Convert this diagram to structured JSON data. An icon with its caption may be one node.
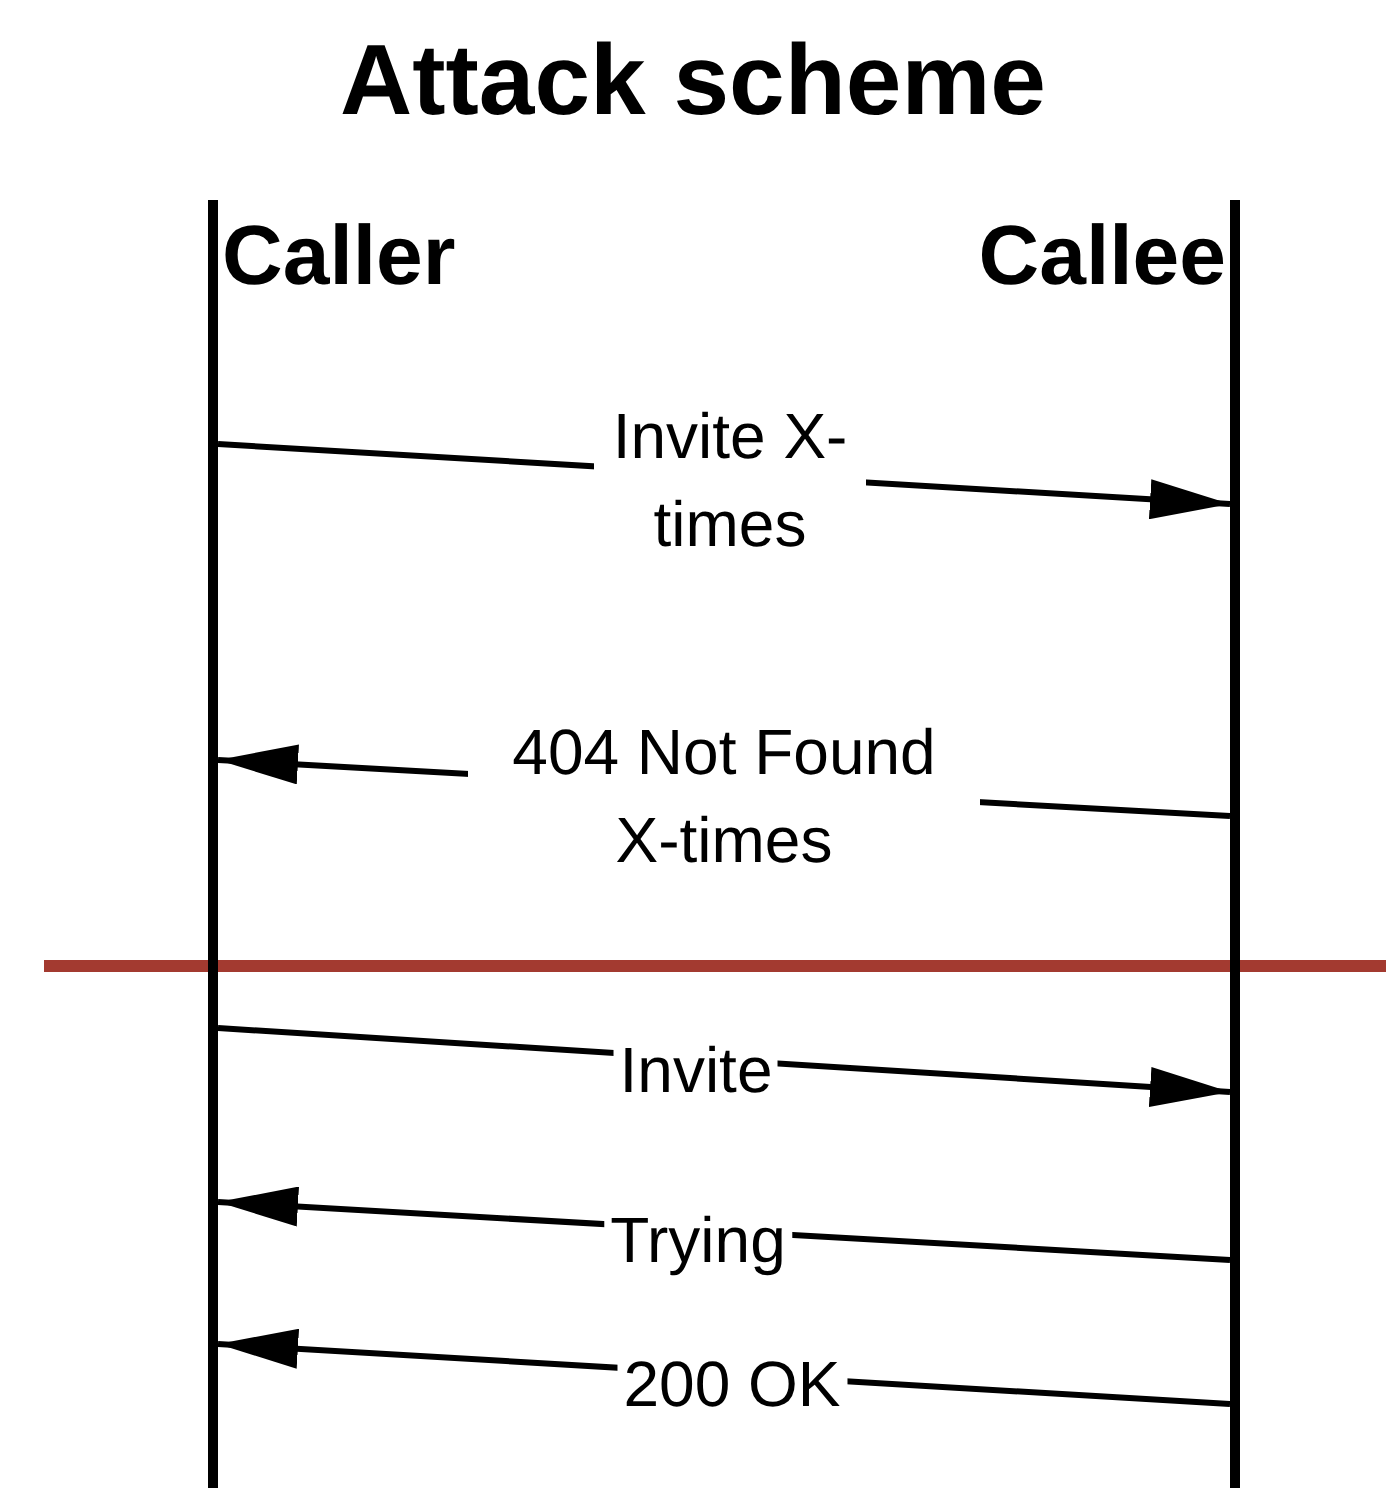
{
  "diagram": {
    "title": "Attack scheme",
    "nodes": [
      {
        "text": [
          "Caller"
        ]
      },
      {
        "text": [
          "Callee"
        ]
      }
    ],
    "edges": [
      {
        "from": 0,
        "to": 1,
        "arrow": "to",
        "label": "Invite X-times"
      },
      {
        "from": 1,
        "to": 0,
        "arrow": "to",
        "label": "404 Not Found X-times"
      },
      {
        "from": 0,
        "to": 1,
        "arrow": "to",
        "label": "Invite"
      },
      {
        "from": 1,
        "to": 0,
        "arrow": "to",
        "label": "Trying"
      },
      {
        "from": 1,
        "to": 0,
        "arrow": "to",
        "label": "200 OK"
      }
    ]
  }
}
